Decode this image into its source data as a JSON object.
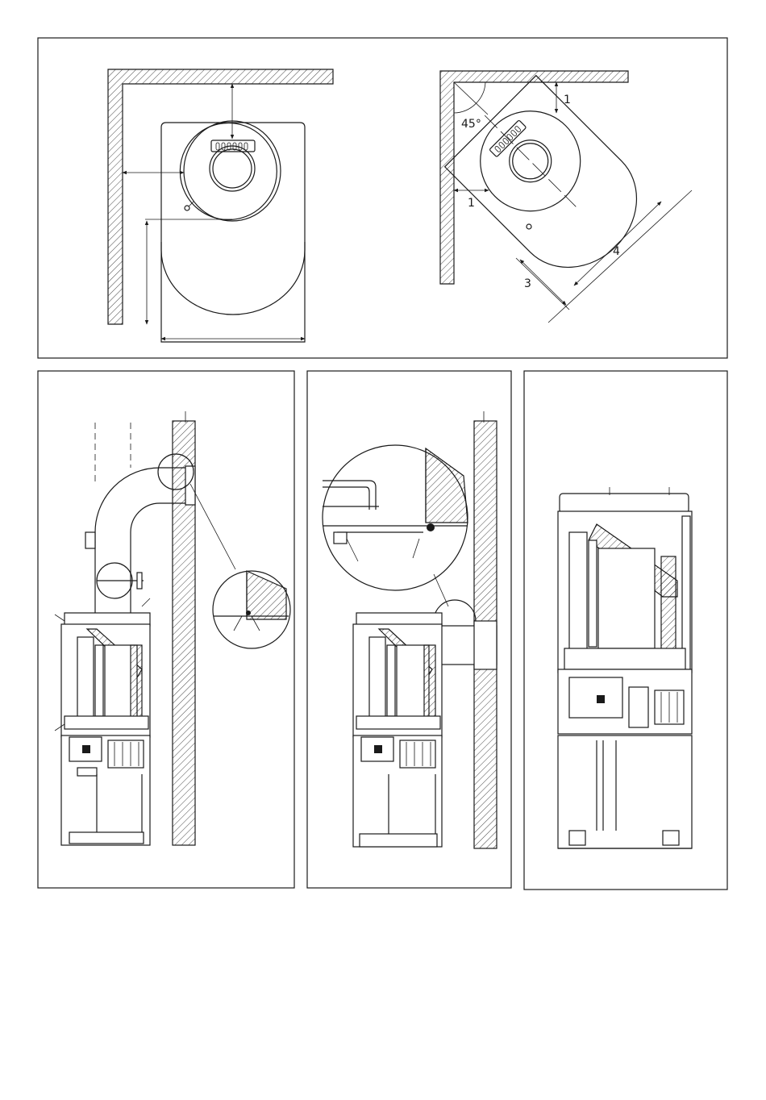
{
  "figure1": {
    "angle_label": "45°",
    "dim_side": "1",
    "dim_back": "1",
    "dim_depth": "3",
    "dim_width": "4"
  }
}
